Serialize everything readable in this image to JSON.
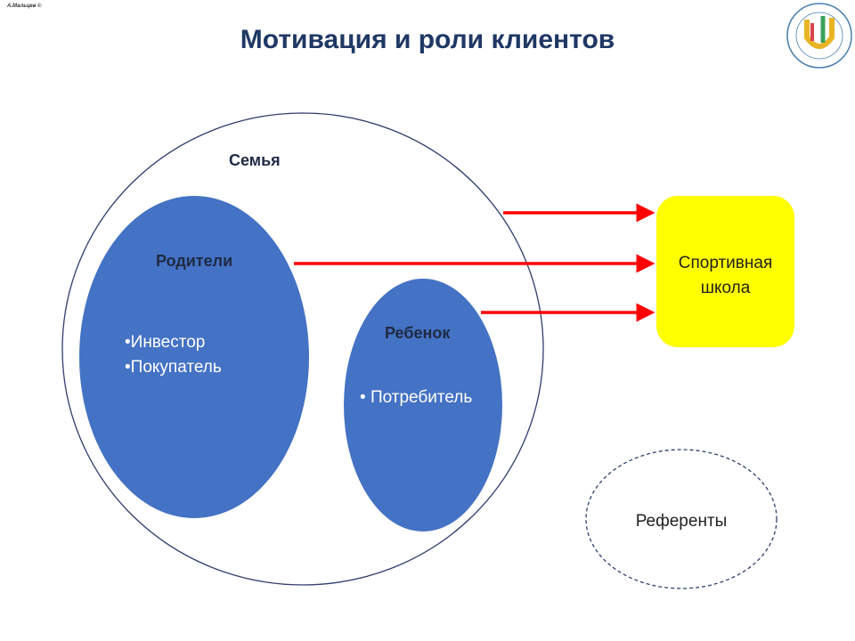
{
  "author": "А.Мальцев ©",
  "title": "Мотивация и роли клиентов",
  "family": {
    "label": "Семья"
  },
  "parents": {
    "label": "Родители",
    "roles": [
      "Инвестор",
      "Покупатель"
    ]
  },
  "child": {
    "label": "Ребенок",
    "roles": [
      "Потребитель"
    ]
  },
  "school": {
    "label": "Спортивная школа",
    "color": "#ffff00"
  },
  "referents": {
    "label": "Референты"
  },
  "colors": {
    "ellipse": "#4472c4",
    "arrow": "#ff0000",
    "outline": "#2f3e6e"
  }
}
